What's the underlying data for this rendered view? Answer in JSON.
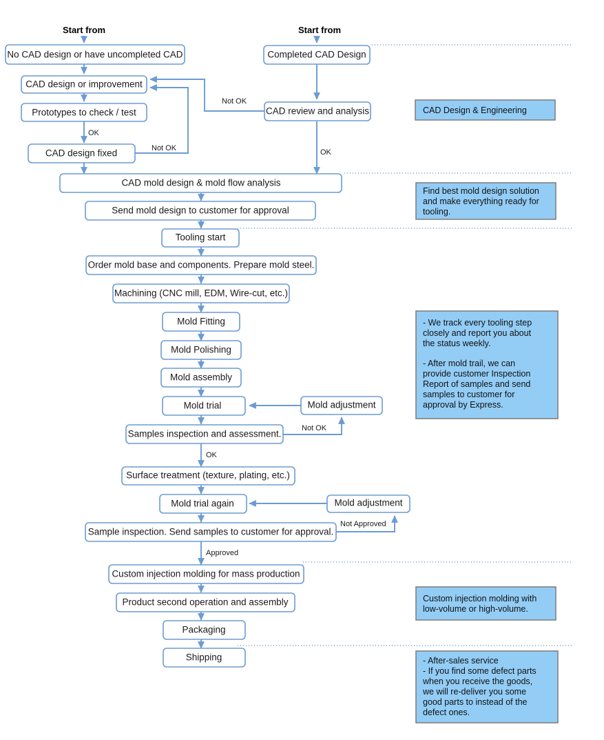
{
  "diagram": {
    "title": "Injection mold and molding production workflow",
    "colors": {
      "box_border": "#6b9bd2",
      "box_fill": "#ffffff",
      "arrow": "#6b9bd2",
      "note_fill": "#93CDF6",
      "note_border": "#808080",
      "text": "#1a1a1a"
    },
    "start_labels": [
      {
        "id": "start-left",
        "text": "Start from"
      },
      {
        "id": "start-right",
        "text": "Start from"
      }
    ],
    "nodes": [
      {
        "id": "no-cad-design",
        "text": "No CAD design or have uncompleted CAD"
      },
      {
        "id": "cad-design-or-improvement",
        "text": "CAD design or improvement"
      },
      {
        "id": "prototypes-to-check-test",
        "text": "Prototypes to check / test"
      },
      {
        "id": "cad-design-fixed",
        "text": "CAD design fixed"
      },
      {
        "id": "completed-cad-design",
        "text": "Completed CAD Design"
      },
      {
        "id": "cad-review-and-analysis",
        "text": "CAD review and analysis"
      },
      {
        "id": "cad-mold-design",
        "text": "CAD mold design & mold flow analysis"
      },
      {
        "id": "send-mold-design",
        "text": "Send mold design to customer for approval"
      },
      {
        "id": "tooling-start",
        "text": "Tooling start"
      },
      {
        "id": "order-mold-base",
        "text": "Order mold base and components. Prepare mold steel."
      },
      {
        "id": "machining",
        "text": "Machining (CNC mill, EDM, Wire-cut, etc.)"
      },
      {
        "id": "mold-fitting",
        "text": "Mold Fitting"
      },
      {
        "id": "mold-polishing",
        "text": "Mold Polishing"
      },
      {
        "id": "mold-assembly",
        "text": "Mold assembly"
      },
      {
        "id": "mold-trial",
        "text": "Mold trial"
      },
      {
        "id": "mold-adjustment-1",
        "text": "Mold adjustment"
      },
      {
        "id": "samples-inspection",
        "text": "Samples inspection and assessment."
      },
      {
        "id": "surface-treatment",
        "text": "Surface treatment (texture, plating, etc.)"
      },
      {
        "id": "mold-trial-again",
        "text": "Mold trial again"
      },
      {
        "id": "mold-adjustment-2",
        "text": "Mold adjustment"
      },
      {
        "id": "sample-inspection-send",
        "text": "Sample inspection. Send samples to customer for approval."
      },
      {
        "id": "custom-injection-molding",
        "text": "Custom injection molding for mass production"
      },
      {
        "id": "product-second-operation",
        "text": "Product second operation and assembly"
      },
      {
        "id": "packaging",
        "text": "Packaging"
      },
      {
        "id": "shipping",
        "text": "Shipping"
      }
    ],
    "edge_labels": [
      {
        "id": "edge-not-ok-review",
        "text": "Not OK"
      },
      {
        "id": "edge-ok-prototypes",
        "text": "OK"
      },
      {
        "id": "edge-not-ok-cad-fixed",
        "text": "Not OK"
      },
      {
        "id": "edge-ok-review",
        "text": "OK"
      },
      {
        "id": "edge-not-ok-samples",
        "text": "Not OK"
      },
      {
        "id": "edge-ok-samples",
        "text": "OK"
      },
      {
        "id": "edge-not-approved",
        "text": "Not Approved"
      },
      {
        "id": "edge-approved",
        "text": "Approved"
      }
    ],
    "notes": [
      {
        "id": "note-cad-design-engineering",
        "lines": [
          "CAD Design & Engineering"
        ]
      },
      {
        "id": "note-mold-design-solution",
        "lines": [
          "Find best mold design solution",
          "and make everything ready for",
          "tooling."
        ]
      },
      {
        "id": "note-tooling-tracking",
        "lines": [
          "- We track every tooling step",
          "closely and report you about",
          "the status weekly.",
          "",
          "- After mold trail, we can",
          "provide customer Inspection",
          "Report of samples and send",
          "samples to customer for",
          "approval by Express."
        ]
      },
      {
        "id": "note-custom-injection",
        "lines": [
          "Custom injection molding with",
          "low-volume or high-volume."
        ]
      },
      {
        "id": "note-after-sales",
        "lines": [
          "- After-sales service",
          "- If you find some defect parts",
          "when you receive the goods,",
          "we will re-deliver you some",
          "good parts to instead of the",
          "defect ones."
        ]
      }
    ]
  }
}
